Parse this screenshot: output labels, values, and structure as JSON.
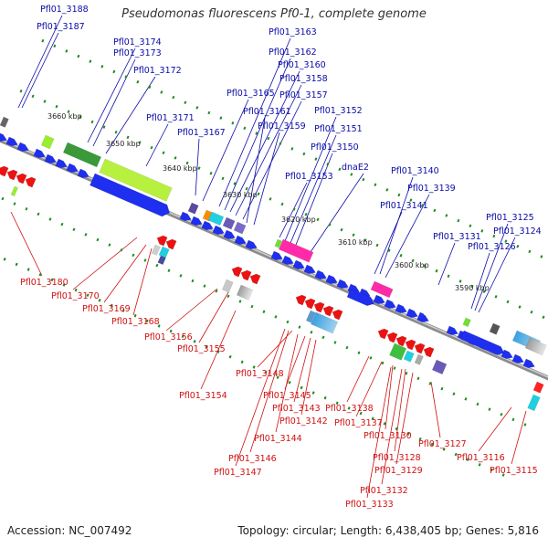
{
  "title": "Pseudomonas fluorescens Pf0-1, complete genome",
  "footer": {
    "accession": "Accession: NC_007492",
    "summary": "Topology: circular; Length: 6,438,405 bp; Genes: 5,816"
  },
  "colors": {
    "forward_label": "#0a0aa8",
    "reverse_label": "#d01010",
    "forward_gene": "#1f2ff0",
    "reverse_gene": "#ee1111",
    "axis": "#8c8c8c",
    "dot": "#1e8a1e"
  },
  "scale": {
    "ticks": [
      {
        "label": "3660 kbp"
      },
      {
        "label": "3650 kbp"
      },
      {
        "label": "3640 kbp"
      },
      {
        "label": "3630 kbp"
      },
      {
        "label": "3620 kbp"
      },
      {
        "label": "3610 kbp"
      },
      {
        "label": "3600 kbp"
      },
      {
        "label": "3590 kbp"
      }
    ]
  },
  "forward_labels": [
    "Pfl01_3188",
    "Pfl01_3187",
    "Pfl01_3174",
    "Pfl01_3173",
    "Pfl01_3172",
    "Pfl01_3171",
    "Pfl01_3167",
    "Pfl01_3163",
    "Pfl01_3162",
    "Pfl01_3160",
    "Pfl01_3158",
    "Pfl01_3165",
    "Pfl01_3157",
    "Pfl01_3161",
    "Pfl01_3159",
    "Pfl01_3152",
    "Pfl01_3151",
    "Pfl01_3150",
    "Pfl01_3153",
    "dnaE2",
    "Pfl01_3140",
    "Pfl01_3139",
    "Pfl01_3141",
    "Pfl01_3131",
    "Pfl01_3125",
    "Pfl01_3124",
    "Pfl01_3126"
  ],
  "reverse_labels": [
    "Pfl01_3180",
    "Pfl01_3170",
    "Pfl01_3169",
    "Pfl01_3168",
    "Pfl01_3156",
    "Pfl01_3155",
    "Pfl01_3154",
    "Pfl01_3148",
    "Pfl01_3145",
    "Pfl01_3143",
    "Pfl01_3142",
    "Pfl01_3144",
    "Pfl01_3146",
    "Pfl01_3147",
    "Pfl01_3138",
    "Pfl01_3137",
    "Pfl01_3130",
    "Pfl01_3128",
    "Pfl01_3129",
    "Pfl01_3132",
    "Pfl01_3133",
    "Pfl01_3127",
    "Pfl01_3116",
    "Pfl01_3115"
  ]
}
